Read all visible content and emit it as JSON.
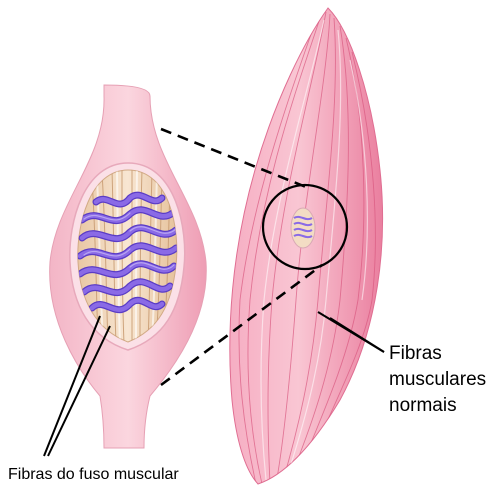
{
  "labels": {
    "spindle_fibers": "Fibras do fuso muscular",
    "normal_fibers": [
      "Fibras",
      "musculares",
      "normais"
    ]
  },
  "colors": {
    "muscle_light": "#f9c6d3",
    "muscle_mid": "#ef8fab",
    "muscle_dark": "#d9577f",
    "capsule_fill": "#f4dcc2",
    "spindle_fiber": "#8a6ae6",
    "spindle_fiber_dark": "#5a3cc6",
    "outline": "#000000"
  }
}
